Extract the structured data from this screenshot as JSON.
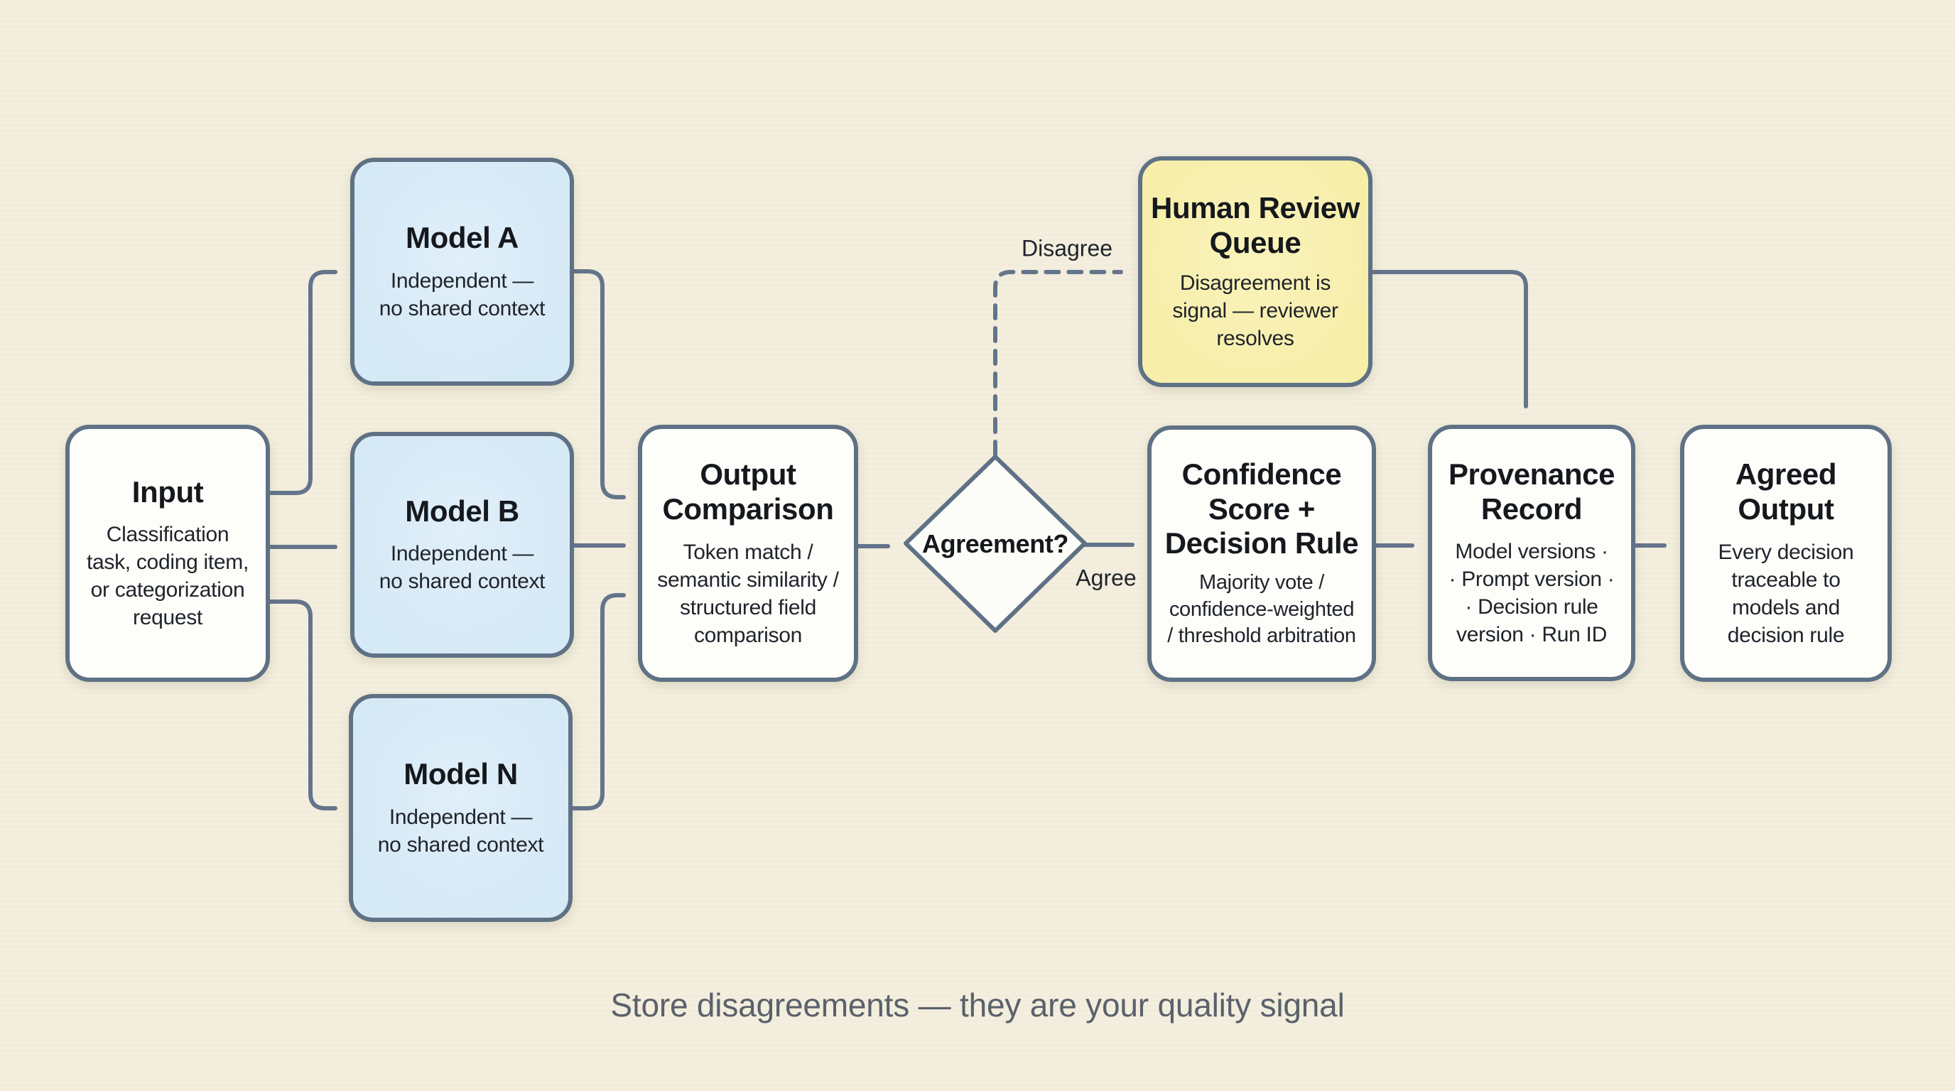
{
  "colors": {
    "background": "#f3eedd",
    "node_fill": "#fdfdfa",
    "model_fill": "#d6e9f6",
    "review_fill": "#f7eeaa",
    "node_border": "#5f7184",
    "connector": "#64748b",
    "caption_color": "#5a616b"
  },
  "nodes": {
    "input": {
      "title": "Input",
      "body": "Classification\ntask, coding item,\nor categorization\nrequest"
    },
    "model_a": {
      "title": "Model A",
      "body": "Independent —\nno shared context"
    },
    "model_b": {
      "title": "Model B",
      "body": "Independent —\nno shared context"
    },
    "model_n": {
      "title": "Model N",
      "body": "Independent —\nno shared context"
    },
    "output_comparison": {
      "title": "Output\nComparison",
      "body": "Token match /\nsemantic similarity /\nstructured field\ncomparison"
    },
    "agreement": {
      "title": "Agreement?"
    },
    "human_review": {
      "title": "Human Review\nQueue",
      "body": "Disagreement is\nsignal — reviewer\nresolves"
    },
    "confidence": {
      "title": "Confidence\nScore +\nDecision Rule",
      "body": "Majority vote /\nconfidence-weighted\n/ threshold arbitration"
    },
    "provenance": {
      "title": "Provenance\nRecord",
      "body": "Model versions ·\n· Prompt version ·\n· Decision rule\nversion · Run ID"
    },
    "agreed_output": {
      "title": "Agreed\nOutput",
      "body": "Every decision\ntraceable to\nmodels and\ndecision rule"
    }
  },
  "edge_labels": {
    "disagree": "Disagree",
    "agree": "Agree"
  },
  "caption": "Store disagreements — they are your quality signal"
}
